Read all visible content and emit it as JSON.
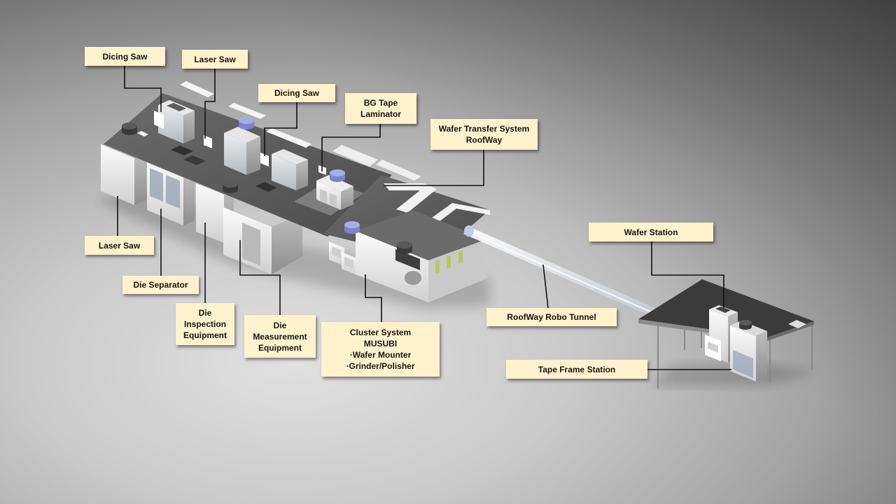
{
  "labels": {
    "dicing_saw_upper_left": {
      "lines": [
        "Dicing Saw"
      ]
    },
    "laser_saw_upper": {
      "lines": [
        "Laser Saw"
      ]
    },
    "dicing_saw_upper_right": {
      "lines": [
        "Dicing Saw"
      ]
    },
    "bg_tape_laminator": {
      "lines": [
        "BG Tape",
        "Laminator"
      ]
    },
    "wafer_transfer_system": {
      "lines": [
        "Wafer Transfer System",
        "RoofWay"
      ]
    },
    "laser_saw_lower": {
      "lines": [
        "Laser Saw"
      ]
    },
    "die_separator": {
      "lines": [
        "Die Separator"
      ]
    },
    "die_inspection": {
      "lines": [
        "Die",
        "Inspection",
        "Equipment"
      ]
    },
    "die_measurement": {
      "lines": [
        "Die",
        "Measurement",
        "Equipment"
      ]
    },
    "cluster_system": {
      "lines": [
        "Cluster System",
        "MUSUBI",
        "·Wafer Mounter",
        "·Grinder/Polisher"
      ]
    },
    "wafer_station": {
      "lines": [
        "Wafer Station"
      ]
    },
    "roofway_robo_tunnel": {
      "lines": [
        "RoofWay Robo Tunnel"
      ]
    },
    "tape_frame_station": {
      "lines": [
        "Tape Frame Station"
      ]
    }
  },
  "colors": {
    "label_fill": "#fff2cc",
    "leader_line": "#111111",
    "wafer_pod_blue": "#8d95d8",
    "roofway_gray": "#5c5c5c"
  }
}
